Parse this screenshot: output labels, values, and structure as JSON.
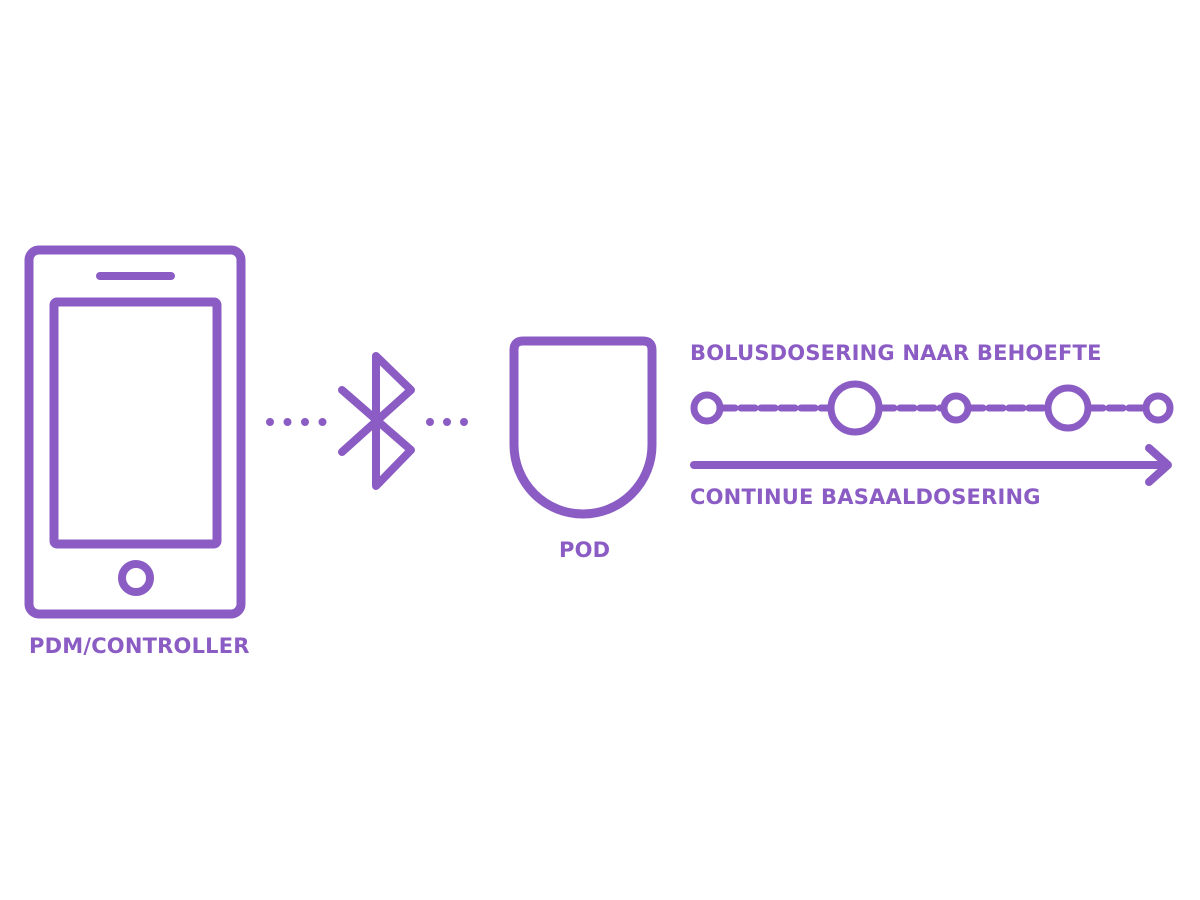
{
  "colors": {
    "accent": "#8a5cc4",
    "background": "#ffffff"
  },
  "labels": {
    "controller": "PDM/CONTROLLER",
    "pod": "POD",
    "bolus": "BOLUSDOSERING NAAR BEHOEFTE",
    "basal": "CONTINUE BASAALDOSERING"
  },
  "icons": {
    "controller": "smartphone-icon",
    "connection": "bluetooth-icon",
    "pod": "pod-icon",
    "bolus_track": "dashed-line-with-dose-circles",
    "basal_track": "arrow-right"
  },
  "bolus": {
    "dose_count": 5
  }
}
